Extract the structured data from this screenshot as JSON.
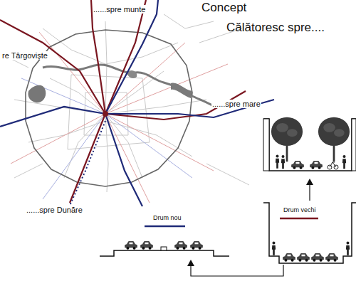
{
  "diagram": {
    "title": "Concept",
    "labels": [
      "Călătoresc spre....",
      "......spre munte",
      "re Târgoviște",
      "......spre mare",
      "......spre Dunăre"
    ],
    "legend": [
      {
        "text": "Drum nou"
      },
      {
        "text": "Drum vechi"
      }
    ]
  }
}
